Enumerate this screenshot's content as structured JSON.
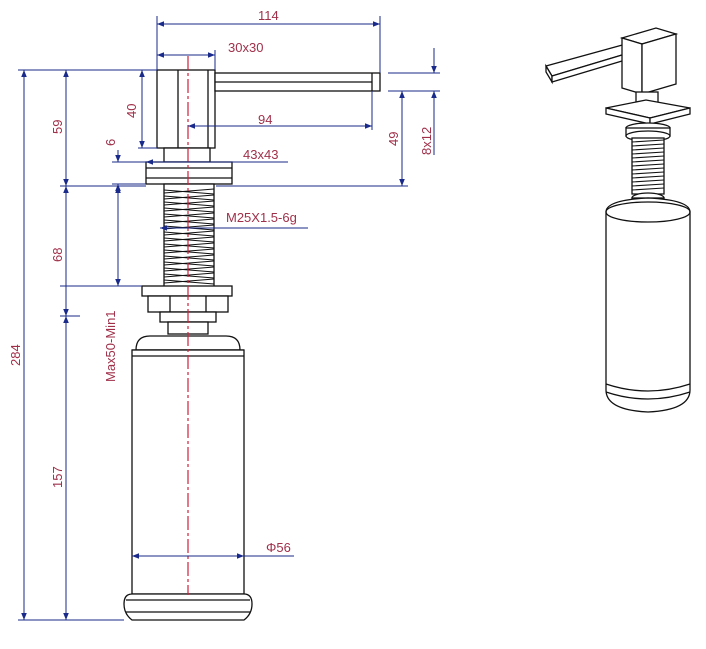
{
  "drawing": {
    "dimensions": {
      "total_width": "114",
      "head": "30x30",
      "head_height": "40",
      "spout_length": "94",
      "spout_section": "8x12",
      "upper_height": "59",
      "spout_drop": "49",
      "flange_thickness": "6",
      "flange": "43x43",
      "thread": "M25X1.5-6g",
      "shank_length": "68",
      "counter_thickness": "Max50-Min1",
      "total_height": "284",
      "bottle_height": "157",
      "bottle_diameter": "Φ56"
    }
  },
  "colors": {
    "dimension_text": "#a0304a",
    "dimension_line": "#1a2a8a",
    "outline": "#111111",
    "centerline": "#d0203a"
  }
}
